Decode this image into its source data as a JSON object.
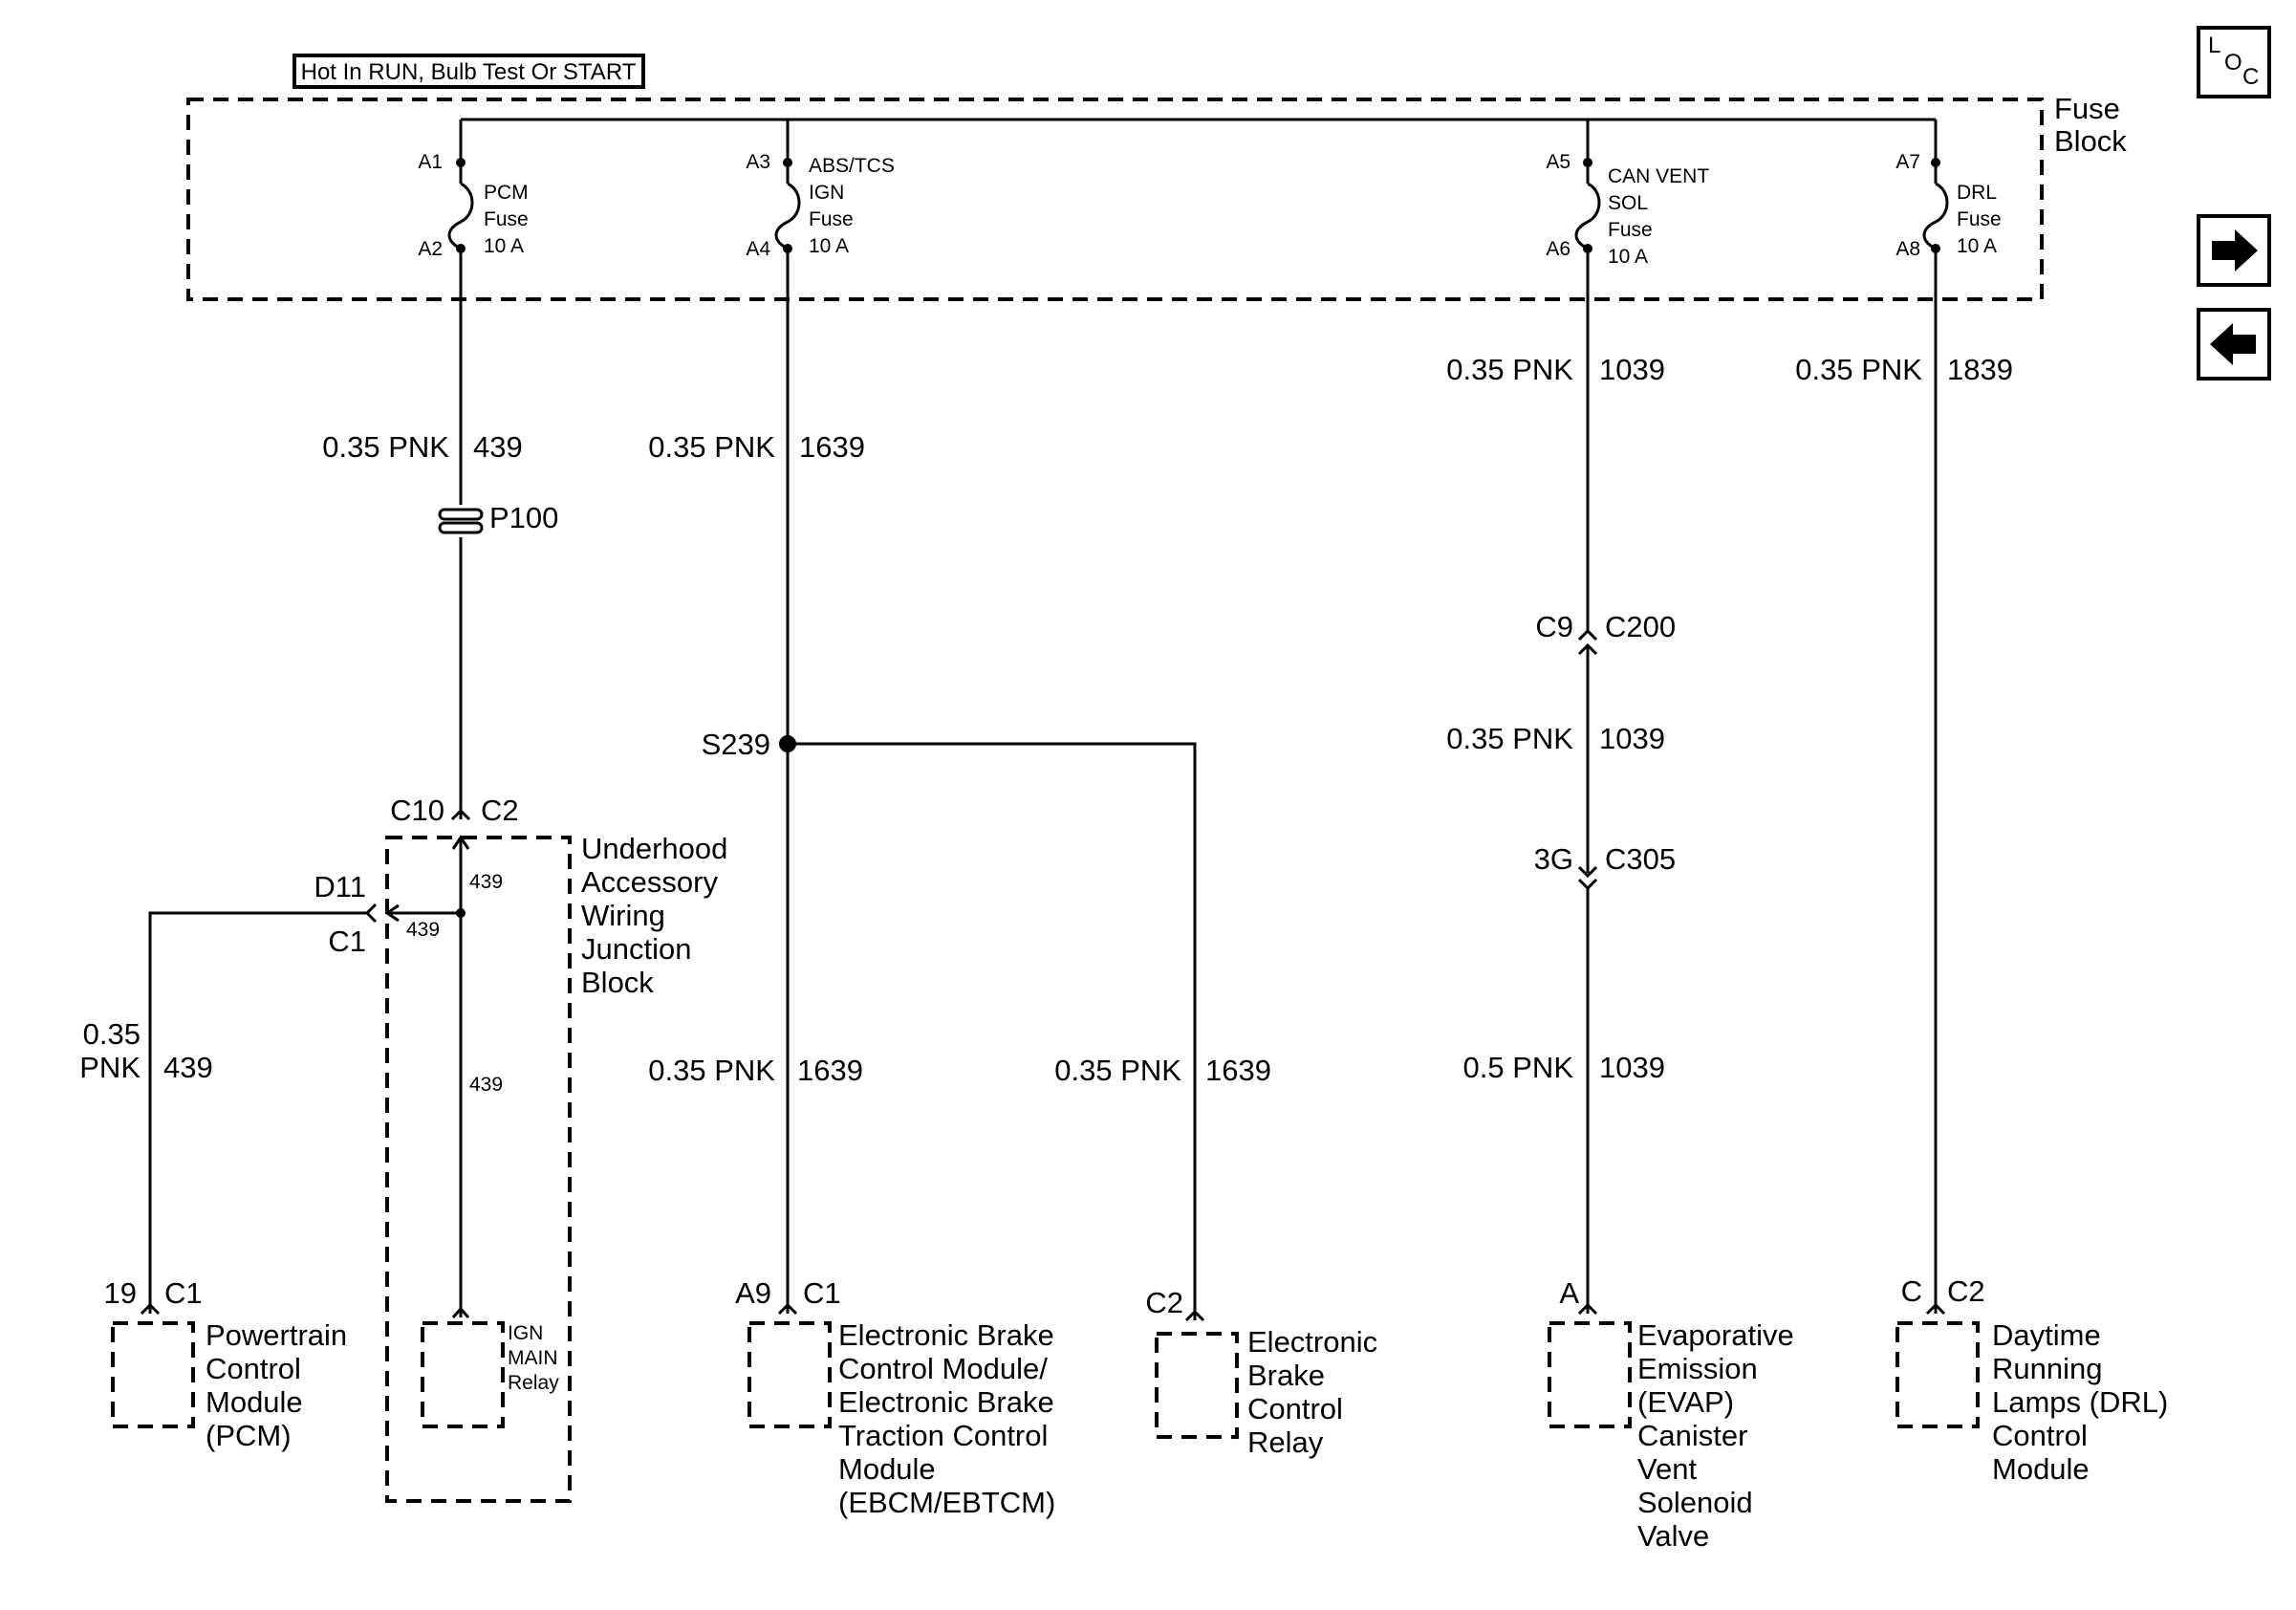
{
  "header": {
    "power_label": "Hot In RUN, Bulb Test Or START",
    "fuse_block_line1": "Fuse",
    "fuse_block_line2": "Block"
  },
  "nav": {
    "loc_l": "L",
    "loc_o": "O",
    "loc_c": "C",
    "forward_icon": "arrow-right-icon",
    "back_icon": "arrow-left-icon"
  },
  "fuses": [
    {
      "pin_top": "A1",
      "pin_bottom": "A2",
      "lines": [
        "PCM",
        "Fuse",
        "10 A"
      ]
    },
    {
      "pin_top": "A3",
      "pin_bottom": "A4",
      "lines": [
        "ABS/TCS",
        "IGN",
        "Fuse",
        "10 A"
      ]
    },
    {
      "pin_top": "A5",
      "pin_bottom": "A6",
      "lines": [
        "CAN VENT",
        "SOL",
        "Fuse",
        "10 A"
      ]
    },
    {
      "pin_top": "A7",
      "pin_bottom": "A8",
      "lines": [
        "DRL",
        "Fuse",
        "10 A"
      ]
    }
  ],
  "wires": {
    "w439_top": {
      "spec": "0.35 PNK",
      "num": "439"
    },
    "w1639_top": {
      "spec": "0.35  PNK",
      "num": "1639"
    },
    "w1039_top": {
      "spec": "0.35 PNK",
      "num": "1039"
    },
    "w1839": {
      "spec": "0.35 PNK",
      "num": "1839"
    },
    "w1039_mid": {
      "spec": "0.35 PNK",
      "num": "1039"
    },
    "w439_pcm": {
      "spec_line1": "0.35",
      "spec_line2": "PNK",
      "num": "439"
    },
    "w1639_ebcm": {
      "spec": "0.35  PNK",
      "num": "1639"
    },
    "w1639_relay": {
      "spec": "0.35  PNK",
      "num": "1639"
    },
    "w1039_bottom": {
      "spec": "0.5 PNK",
      "num": "1039"
    }
  },
  "connectors": {
    "p100": "P100",
    "s239": "S239",
    "c9": "C9",
    "c200": "C200",
    "c10": "C10",
    "c2_ujb": "C2",
    "d11": "D11",
    "c1_ujb": "C1",
    "g3": "3G",
    "c305": "C305"
  },
  "junction_block": {
    "lines": [
      "Underhood",
      "Accessory",
      "Wiring",
      "Junction",
      "Block"
    ],
    "internal_439_a": "439",
    "internal_439_b": "439",
    "internal_439_c": "439"
  },
  "components": {
    "pcm": {
      "pin": "19",
      "conn": "C1",
      "lines": [
        "Powertrain",
        "Control",
        "Module",
        "(PCM)"
      ]
    },
    "ign_relay": {
      "lines": [
        "IGN",
        "MAIN",
        "Relay"
      ]
    },
    "ebcm": {
      "pin": "A9",
      "conn": "C1",
      "lines": [
        "Electronic Brake",
        "Control Module/",
        "Electronic Brake",
        "Traction Control",
        "Module",
        "(EBCM/EBTCM)"
      ]
    },
    "ebcr": {
      "conn": "C2",
      "lines": [
        "Electronic",
        "Brake",
        "Control",
        "Relay"
      ]
    },
    "evap": {
      "pin": "A",
      "lines": [
        "Evaporative",
        "Emission",
        "(EVAP)",
        "Canister",
        "Vent",
        "Solenoid",
        "Valve"
      ]
    },
    "drl": {
      "pin": "C",
      "conn": "C2",
      "lines": [
        "Daytime",
        "Running",
        "Lamps (DRL)",
        "Control",
        "Module"
      ]
    }
  }
}
